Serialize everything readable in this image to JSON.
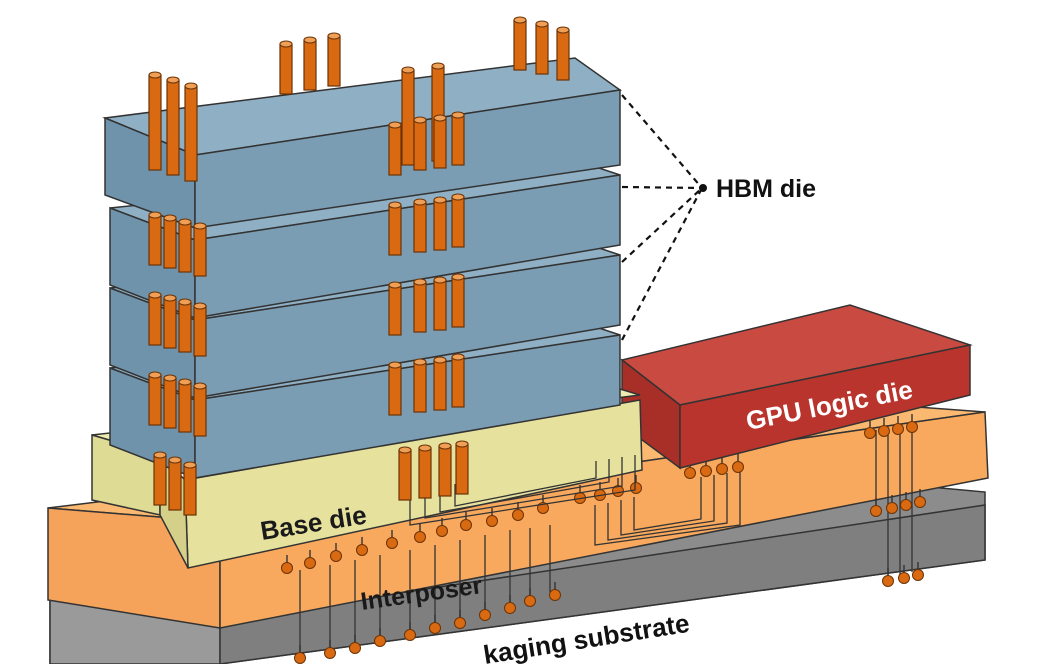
{
  "labels": {
    "hbm": "HBM die",
    "gpu": "GPU logic die",
    "base": "Base die",
    "interposer": "Interposer",
    "substrate": "kaging substrate"
  },
  "colors": {
    "hbm": "#7a9db3",
    "gpu": "#c0362f",
    "base": "#e6e29e",
    "interposer": "#f7a65a",
    "substrate": "#8c8c8c",
    "tsv": "#d96a12",
    "outline": "#333333"
  }
}
